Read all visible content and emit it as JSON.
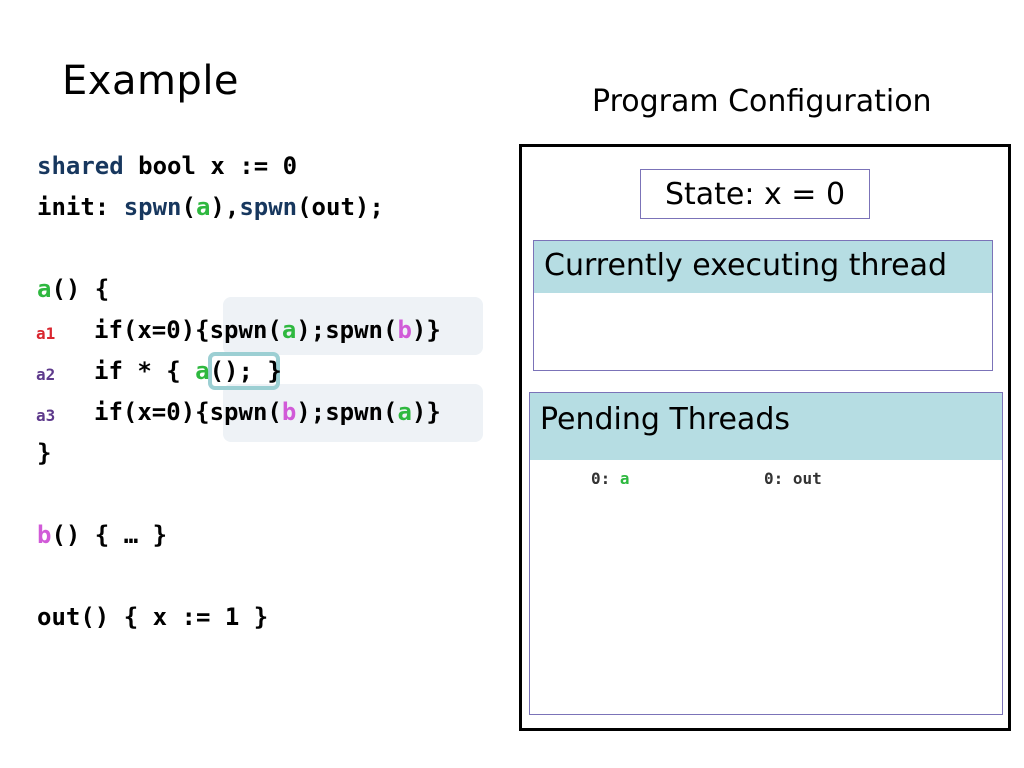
{
  "slide_title": "Example",
  "config_title": "Program Configuration",
  "code": {
    "line1": {
      "kw": "shared",
      "rest": " bool x := 0"
    },
    "line2": {
      "init": "init: ",
      "spwn1": "spwn",
      "p1": "(",
      "a": "a",
      "p2": "),",
      "spwn2": "spwn",
      "rest": "(out);"
    },
    "line3": {
      "name": "a",
      "rest": "() {"
    },
    "a1": {
      "label": "a1",
      "pre": "if(x=0){",
      "s1": "spwn(",
      "arg1": "a",
      "mid": ");spwn(",
      "arg2": "b",
      "end": ")}"
    },
    "a2": {
      "label": "a2",
      "pre": "if * { ",
      "call": "a",
      "callrest": "();",
      "end": " }"
    },
    "a3": {
      "label": "a3",
      "pre": "if(x=0){",
      "s1": "spwn(",
      "arg1": "b",
      "mid": ");spwn(",
      "arg2": "a",
      "end": ")}"
    },
    "close": "}",
    "b_line": {
      "name": "b",
      "rest": "() { … }"
    },
    "out_line": "out() { x := 1 }"
  },
  "state_label": "State: x = 0",
  "exec_header": "Currently executing thread",
  "pending_header": "Pending Threads",
  "pending_threads": [
    {
      "prefix": "0: ",
      "name": "a"
    },
    {
      "prefix": "0: ",
      "name": "out"
    }
  ],
  "colors": {
    "keyword": "#17375e",
    "green": "#2eb83f",
    "pink": "#d15ad8",
    "header_fill": "#b6dde3",
    "box_border": "#7b73b8"
  }
}
